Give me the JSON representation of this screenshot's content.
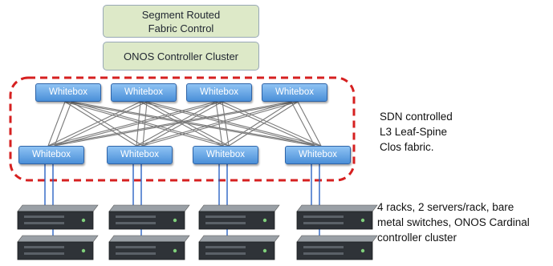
{
  "control": {
    "segment_label_line1": "Segment Routed",
    "segment_label_line2": "Fabric Control",
    "onos_label": "ONOS Controller Cluster"
  },
  "fabric": {
    "spine_labels": [
      "Whitebox",
      "Whitebox",
      "Whitebox",
      "Whitebox"
    ],
    "leaf_labels": [
      "Whitebox",
      "Whitebox",
      "Whitebox",
      "Whitebox"
    ],
    "description_lines": [
      "SDN controlled",
      "L3 Leaf-Spine",
      "Clos fabric."
    ]
  },
  "racks": {
    "count": 4,
    "servers_per_rack": 2,
    "description_lines": [
      "4 racks, 2 servers/rack, bare",
      "metal switches, ONOS Cardinal",
      "controller cluster"
    ]
  },
  "colors": {
    "control_box_fill": "#dde9c8",
    "whitebox_fill": "#5a9ee6",
    "fabric_border": "#d62020"
  },
  "icons": {
    "server": "rack-server-icon"
  }
}
